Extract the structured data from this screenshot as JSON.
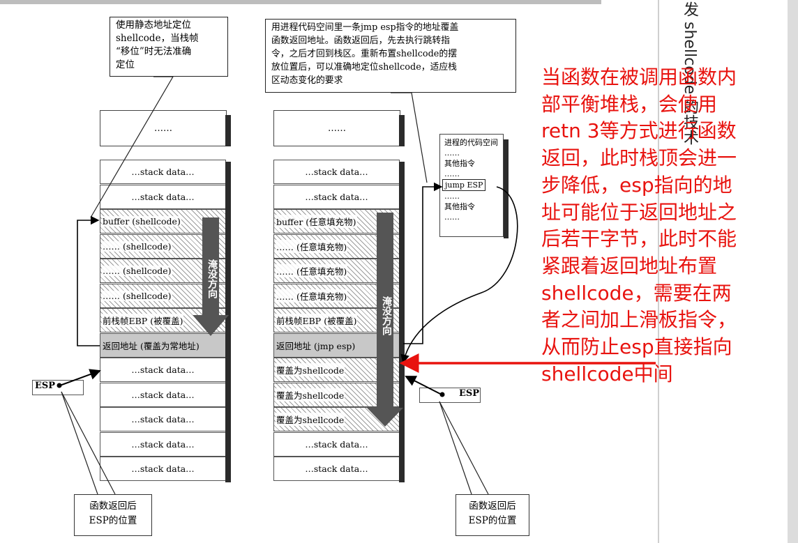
{
  "side_title": "发 shellcode 的技术",
  "left_callout": [
    "使用静态地址定位",
    "shellcode，当栈帧",
    "“移位”时无法准确",
    "定位"
  ],
  "mid_callout": [
    "用进程代码空间里一条jmp esp指令的地址覆盖",
    "函数返回地址。函数返回后，先去执行跳转指",
    "令，之后才回到栈区。重新布置shellcode的摆",
    "放位置后，可以准确地定位shellcode，适应栈",
    "区动态变化的要求"
  ],
  "left_stack": {
    "top_ellipsis": "……",
    "rows": [
      "…stack data…",
      "…stack data…",
      "buffer (shellcode)",
      "…… (shellcode)",
      "…… (shellcode)",
      "…… (shellcode)",
      "前栈帧EBP (被覆盖)",
      "返回地址 (覆盖为常地址)",
      "…stack data…",
      "…stack data…",
      "…stack data…",
      "…stack data…",
      "…stack data…"
    ],
    "flood_label": "淹没方向"
  },
  "mid_stack": {
    "top_ellipsis": "……",
    "rows": [
      "…stack data…",
      "…stack data…",
      "buffer (任意填充物)",
      "…… (任意填充物)",
      "…… (任意填充物)",
      "…… (任意填充物)",
      "前栈帧EBP (被覆盖)",
      "返回地址 (jmp esp)",
      "覆盖为shellcode",
      "覆盖为shellcode",
      "覆盖为shellcode",
      "…stack data…",
      "…stack data…"
    ],
    "flood_label": "淹没方向"
  },
  "code_space": {
    "lines": [
      "进程的代码空间",
      "……",
      "其他指令",
      "……",
      "jump ESP",
      "……",
      "其他指令",
      "……"
    ]
  },
  "esp_left": "ESP",
  "esp_right": "ESP",
  "bottom_left_label": [
    "函数返回后",
    "ESP的位置"
  ],
  "bottom_right_label": [
    "函数返回后",
    "ESP的位置"
  ],
  "red_note": [
    "当函数在被调用函数内",
    "部平衡堆栈，会使用",
    "retn 3等方式进行函数",
    "返回，此时栈顶会进一",
    "步降低，esp指向的地",
    "址可能位于返回地址之",
    "后若干字节，此时不能",
    "紧跟着返回地址布置",
    "shellcode，需要在两",
    "者之间加上滑板指令，",
    "从而防止esp直接指向",
    "shellcode中间"
  ],
  "colors": {
    "note_red": "#e8130f",
    "flood_arrow": "#555555",
    "return_row": "#c8c8c8"
  }
}
